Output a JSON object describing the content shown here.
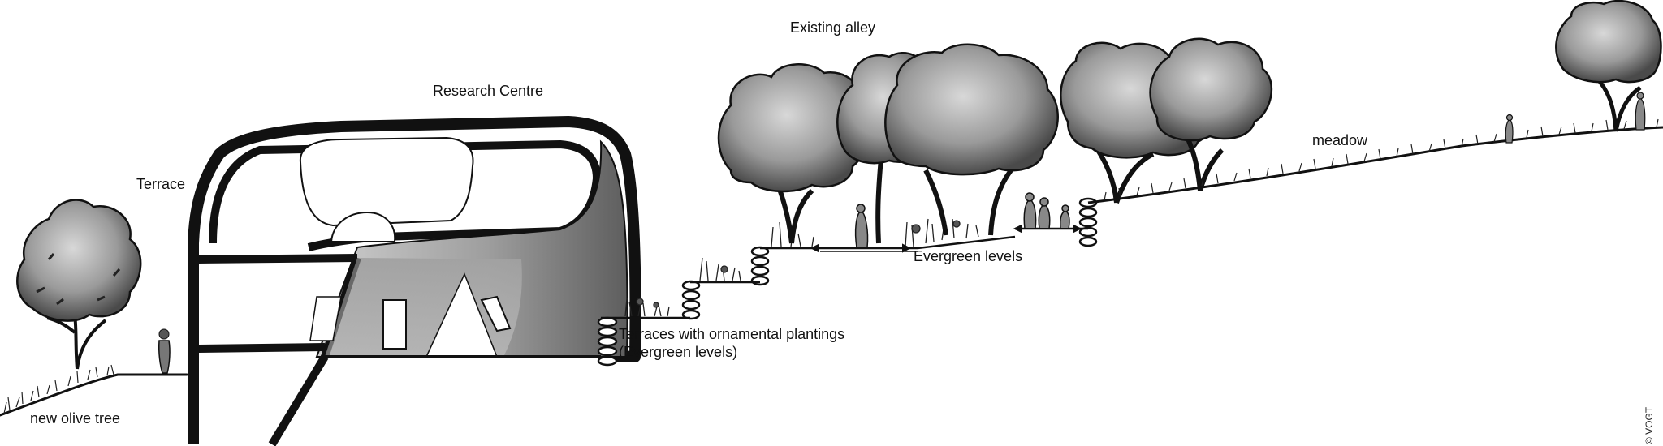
{
  "labels": {
    "research_centre": "Research Centre",
    "existing_alley": "Existing alley",
    "terrace": "Terrace",
    "meadow": "meadow",
    "evergreen_levels": "Evergreen levels",
    "terraces_line1": "Terraces with ornamental plantings",
    "terraces_line2": "(Evergreen levels)",
    "new_olive_tree": "new olive tree"
  },
  "credit": "© VOGT",
  "colors": {
    "ink": "#111111",
    "tree_dark": "#2b2b2b",
    "tree_mid": "#8a8a8a",
    "tree_light": "#c9c9c9",
    "building_shade": "#9a9a9a",
    "background": "#ffffff"
  },
  "icons": [
    "tree-icon",
    "person-icon",
    "building-section",
    "stone-wall-icon",
    "grass-icon"
  ]
}
